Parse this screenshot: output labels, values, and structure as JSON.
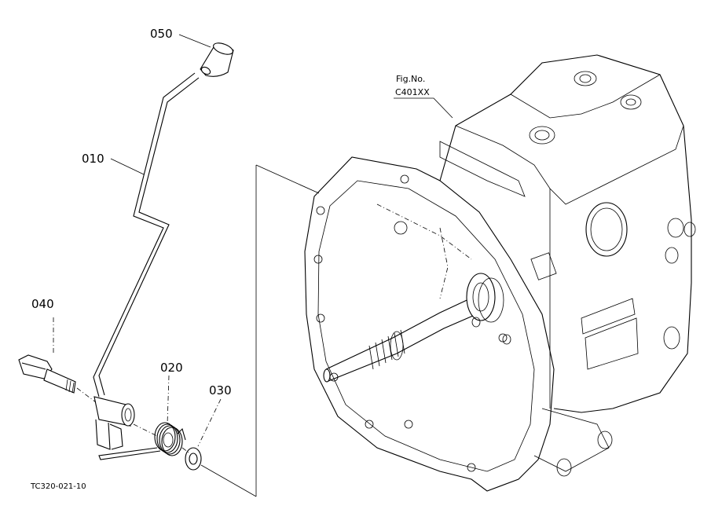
{
  "parts": [
    {
      "label": "050",
      "name": "knob"
    },
    {
      "label": "010",
      "name": "lever"
    },
    {
      "label": "040",
      "name": "bolt"
    },
    {
      "label": "020",
      "name": "spring"
    },
    {
      "label": "030",
      "name": "washer"
    }
  ],
  "figure_reference": {
    "line1": "Fig.No.",
    "line2": "C401XX"
  },
  "drawing_code": "TC320-021-10"
}
